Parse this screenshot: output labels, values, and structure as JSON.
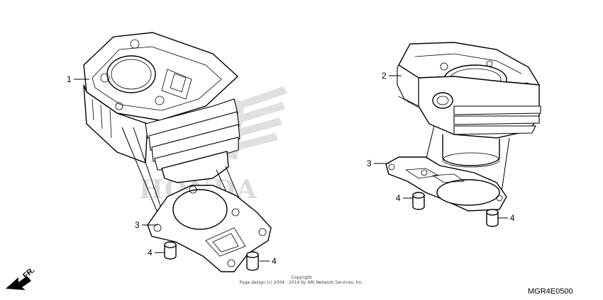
{
  "callouts": {
    "left_cylinder": "1",
    "right_cylinder": "2",
    "left_gasket": "3",
    "right_gasket": "3",
    "left_dowel": "4",
    "left_dowel_b": "4",
    "right_dowel": "4",
    "right_dowel_b": "4"
  },
  "watermark": {
    "logo_text": "HONDA"
  },
  "direction_label": "FR.",
  "copyright": {
    "line1": "Copyright",
    "line2": "Page design (c) 2004 - 2014 by ARI Network Services, Inc."
  },
  "diagram_ref": "MGR4E0500",
  "icons": [
    "front-direction-arrow-icon",
    "honda-wing-logo"
  ]
}
